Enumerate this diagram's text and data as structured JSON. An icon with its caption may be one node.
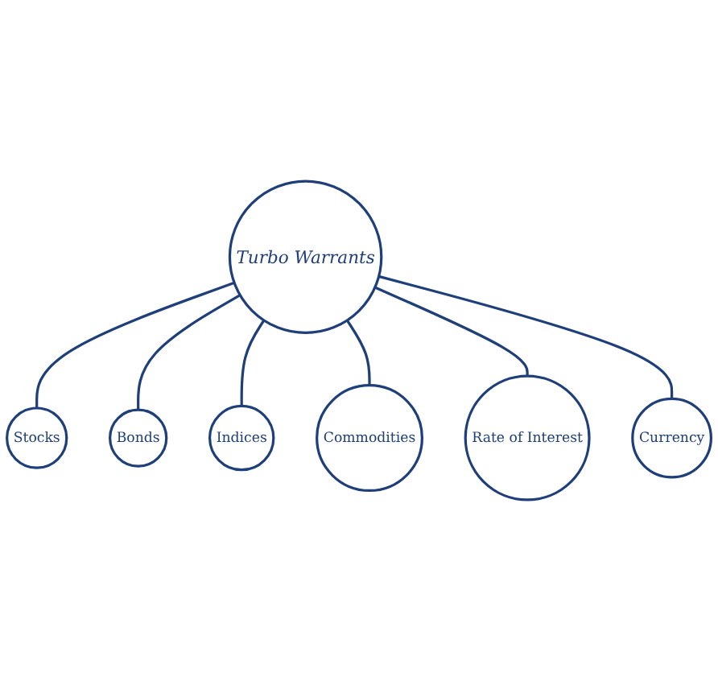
{
  "diagram": {
    "nodes": [
      {
        "text": [
          "Turbo Warrants"
        ]
      },
      {
        "text": [
          "Stocks"
        ]
      },
      {
        "text": [
          "Bonds"
        ]
      },
      {
        "text": [
          "Indices"
        ]
      },
      {
        "text": [
          "Commodities"
        ]
      },
      {
        "text": [
          "Rate of Interest"
        ]
      },
      {
        "text": [
          "Currency"
        ]
      }
    ],
    "edges": [
      {
        "from": 0,
        "to": 1,
        "arrow": "none"
      },
      {
        "from": 0,
        "to": 2,
        "arrow": "none"
      },
      {
        "from": 0,
        "to": 3,
        "arrow": "none"
      },
      {
        "from": 0,
        "to": 4,
        "arrow": "none"
      },
      {
        "from": 0,
        "to": 5,
        "arrow": "none"
      },
      {
        "from": 0,
        "to": 6,
        "arrow": "none"
      }
    ]
  }
}
